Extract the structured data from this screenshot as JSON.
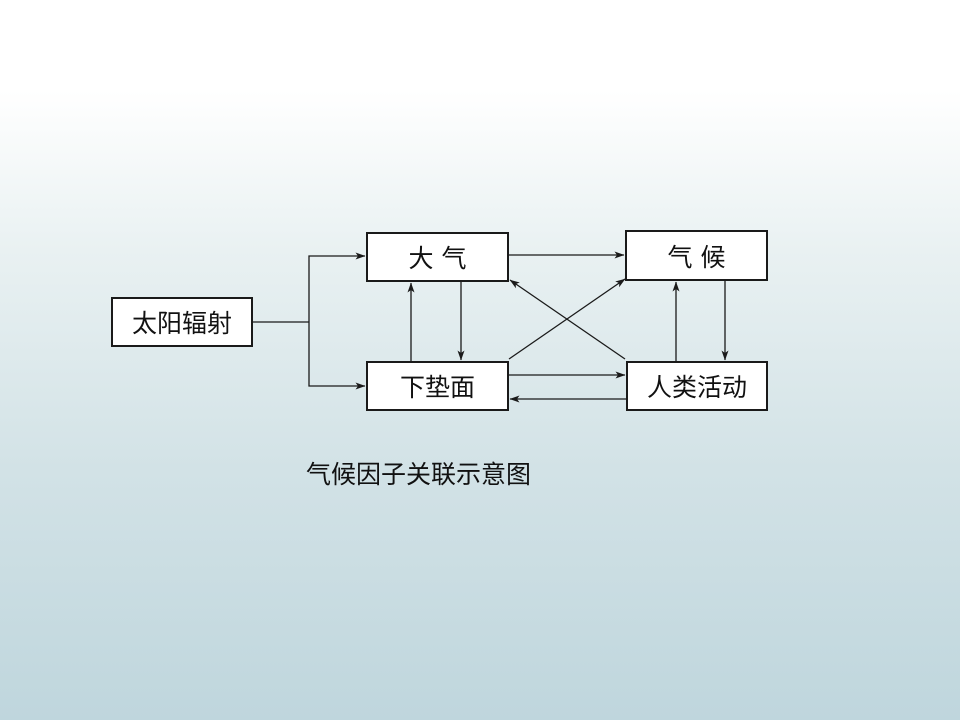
{
  "diagram": {
    "nodes": {
      "sun": "太阳辐射",
      "atmosphere": "大 气",
      "climate": "气 候",
      "surface": "下垫面",
      "human": "人类活动"
    },
    "caption": "气候因子关联示意图",
    "line_color": "#1a1a1a",
    "box_fill": "#ffffff"
  }
}
